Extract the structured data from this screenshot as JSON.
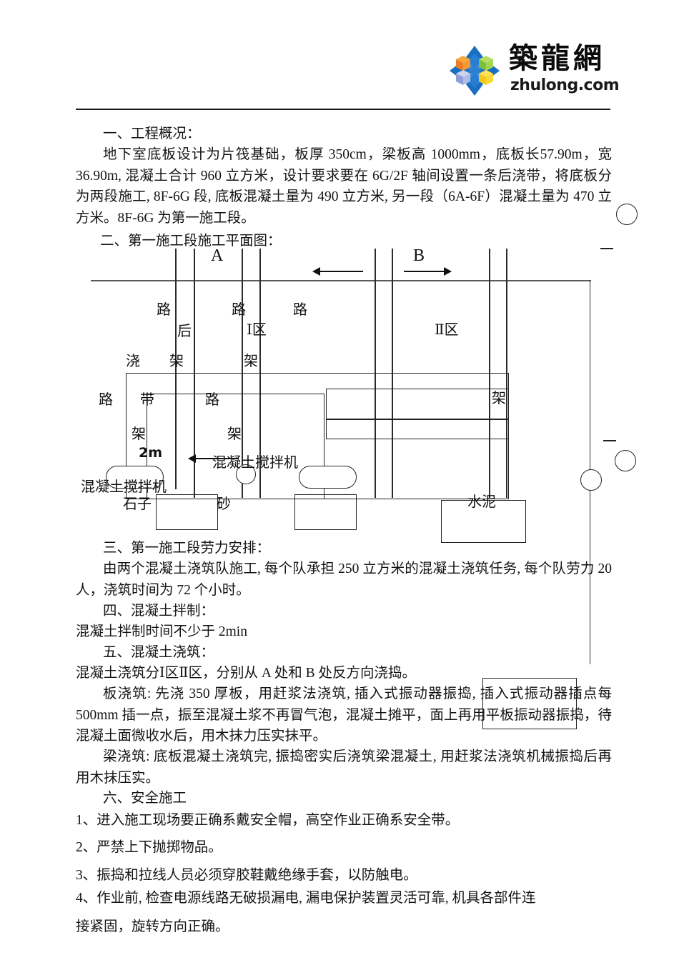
{
  "brand": {
    "logo_icon": "zhulong-diamond-logo",
    "name_cn": "築龍網",
    "name_en": "zhulong.com"
  },
  "sections": {
    "s1_heading": "一、工程概况：",
    "s1_body": "地下室底板设计为片筏基础，板厚 350cm，梁板高 1000mm，底板长57.90m，宽 36.90m, 混凝土合计 960 立方米，设计要求要在 6G/2F 轴间设置一条后浇带，将底板分为两段施工, 8F-6G 段, 底板混凝土量为 490 立方米, 另一段（6A-6F）混凝土量为 470 立方米。8F-6G 为第一施工段。",
    "s2_heading": "二、第一施工段施工平面图：",
    "s3_heading": "三、第一施工段劳力安排：",
    "s3_body": "由两个混凝土浇筑队施工, 每个队承担 250 立方米的混凝土浇筑任务, 每个队劳力 20 人，浇筑时间为 72 个小时。",
    "s4_heading": "四、混凝土拌制：",
    "s4_body": "混凝土拌制时间不少于 2min",
    "s5_heading": "五、混凝土浇筑：",
    "s5_body1": "混凝土浇筑分Ⅰ区Ⅱ区，分别从 A 处和 B 处反方向浇捣。",
    "s5_body2": "板浇筑: 先浇 350 厚板，用赶浆法浇筑, 插入式振动器振捣, 插入式振动器插点每 500mm 插一点，振至混凝土浆不再冒气泡，混凝土摊平，面上再用平板振动器振捣，待混凝土面微收水后，用木抹力压实抹平。",
    "s5_body3": "梁浇筑: 底板混凝土浇筑完, 振捣密实后浇筑梁混凝土, 用赶浆法浇筑机械振捣后再用木抹压实。",
    "s6_heading": "六、安全施工",
    "s6_item1": "1、进入施工现场要正确系戴安全帽，高空作业正确系安全带。",
    "s6_item2": "2、严禁上下抛掷物品。",
    "s6_item3": "3、振捣和拉线人员必须穿胶鞋戴绝缘手套，以防触电。",
    "s6_item4": "4、作业前, 检查电源线路无破损漏电, 漏电保护装置灵活可靠, 机具各部件连",
    "s6_item4b": "接紧固，旋转方向正确。"
  },
  "diagram": {
    "axis_a": "A",
    "axis_b": "B",
    "zone_1": "Ⅰ区",
    "zone_2": "Ⅱ区",
    "label_lu_1": "路",
    "label_lu_2": "路",
    "label_lu_3": "路",
    "label_lu_4": "路",
    "label_lu_5": "路",
    "label_hou": "后",
    "label_jiao": "浇",
    "label_dai": "带",
    "label_jia_1": "架",
    "label_jia_2": "架",
    "label_jia_3": "架",
    "label_jia_4": "架",
    "label_jia_5": "架",
    "label_2m": "2m",
    "mixer_left": "混凝土搅拌机",
    "mixer_right": "混凝土搅拌机",
    "material_stone": "石子",
    "material_sand": "砂",
    "material_cement": "水泥",
    "arrow_left": "arrow-left-icon",
    "arrow_right": "arrow-right-icon",
    "arrow_mid_left": "arrow-left-icon"
  }
}
